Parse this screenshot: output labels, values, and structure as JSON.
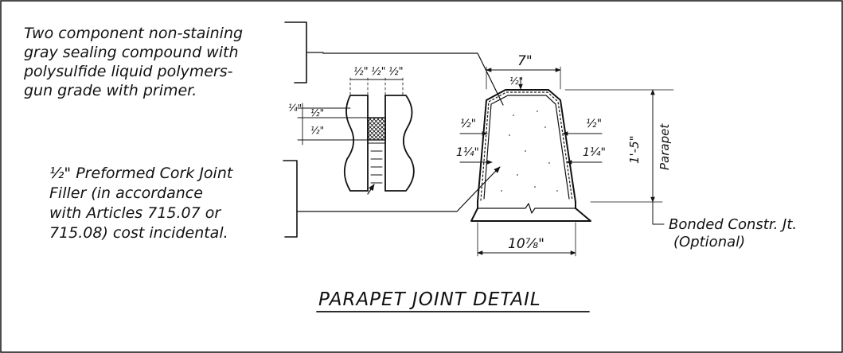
{
  "title": "PARAPET JOINT DETAIL",
  "notes": {
    "sealant": [
      "Two component non-staining",
      "gray sealing compound with",
      "polysulfide liquid polymers-",
      "gun grade with primer."
    ],
    "filler": [
      "½\" Preformed Cork Joint",
      "Filler (in accordance",
      "with Articles 715.07 or",
      "715.08) cost incidental."
    ],
    "bonded": [
      "Bonded Constr. Jt.",
      "(Optional)"
    ]
  },
  "dimensions": {
    "top_width": "7\"",
    "base_width": "10⅞\"",
    "height": "1'-5\"",
    "height_label": "Parapet",
    "top_recess": "½\"",
    "left_side": "½\"",
    "right_side": "½\"",
    "left_cover": "1¼\"",
    "right_cover": "1¼\"",
    "joint_h1": "½\"",
    "joint_h2": "½\"",
    "joint_h3": "½\"",
    "joint_v1": "¼\"",
    "joint_v2": "½\"",
    "joint_v3": "½\""
  }
}
